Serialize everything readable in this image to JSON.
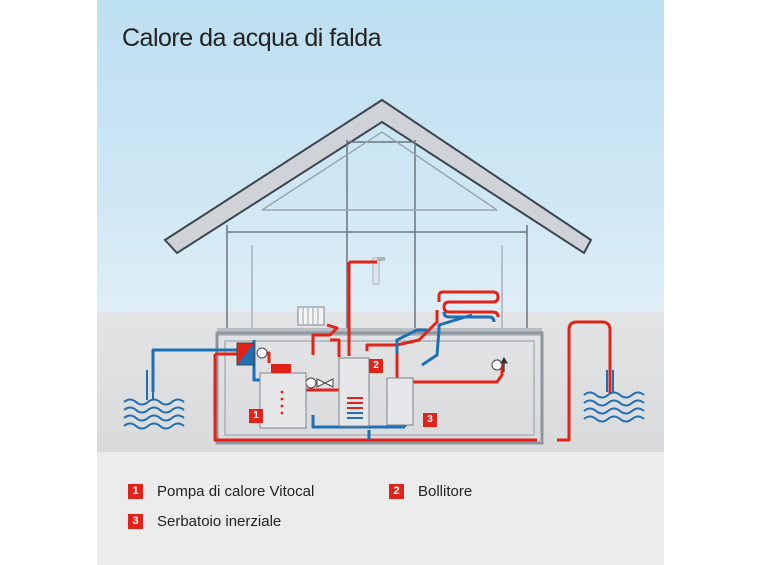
{
  "title": "Calore da acqua di falda",
  "labels": {
    "one": "1",
    "two": "2",
    "three": "3"
  },
  "legend": [
    {
      "number": "1",
      "text": "Pompa di calore Vitocal"
    },
    {
      "number": "2",
      "text": "Bollitore"
    },
    {
      "number": "3",
      "text": "Serbatoio inerziale"
    }
  ],
  "colors": {
    "accent": "#e2231a",
    "hot_pipe": "#e2231a",
    "cold_pipe": "#1f6fb5",
    "sky": "#c7e3f3",
    "ground": "#dcdde0"
  }
}
